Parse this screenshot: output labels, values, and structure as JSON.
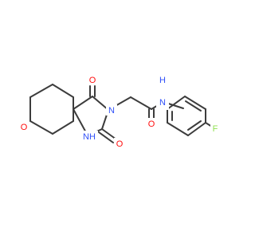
{
  "molecule": {
    "atom_labels": {
      "ring_oxygen": "O",
      "carbonyl_oxygen_upper": "O",
      "carbonyl_oxygen_lower": "O",
      "carbonyl_oxygen_amide": "O",
      "imide_nitrogen": "N",
      "ring_nh": "NH",
      "amide_nh_n": "N",
      "amide_nh_h": "H",
      "fluorine": "F"
    }
  },
  "colors": {
    "bond": "#3c3c3c",
    "oxygen": "#ff0d0d",
    "nitrogen": "#3050f8",
    "fluorine": "#90e050",
    "background": "#ffffff"
  }
}
